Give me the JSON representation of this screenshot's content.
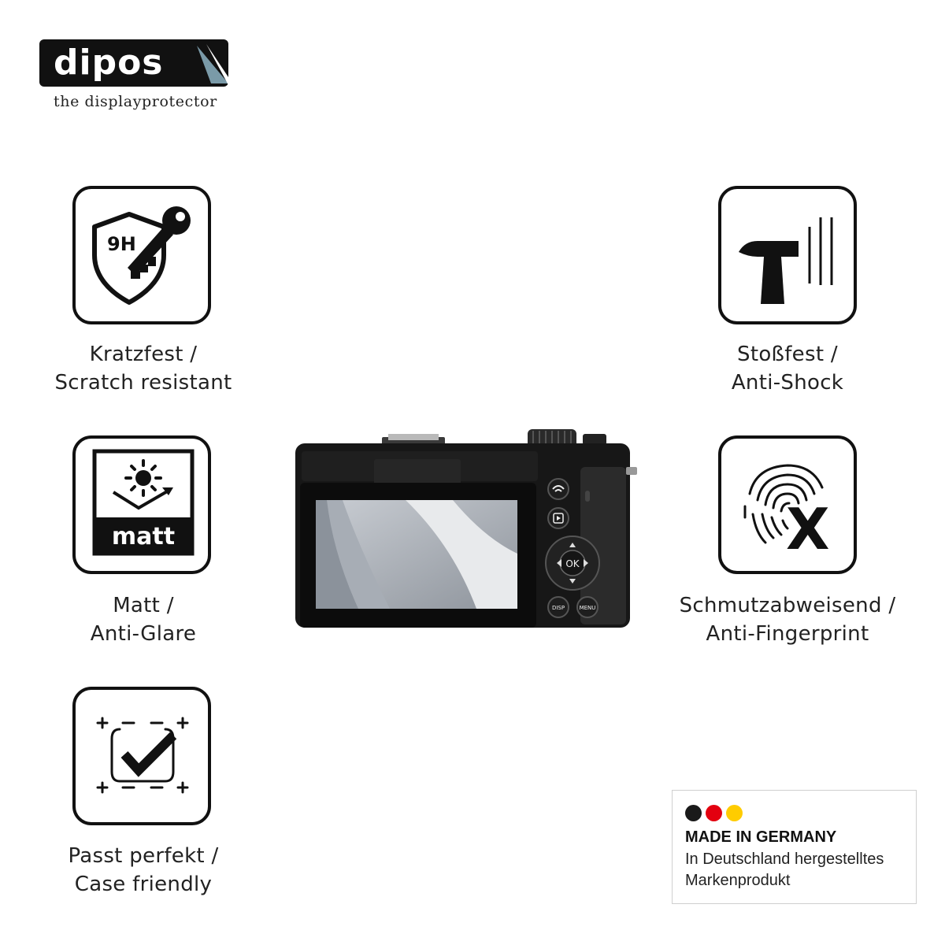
{
  "logo": {
    "brand": "dipos",
    "tagline": "the displayprotector"
  },
  "features": {
    "scratch": {
      "icon": "shield-9h-key-icon",
      "badge_text": "9H",
      "line1": "Kratzfest /",
      "line2": "Scratch resistant"
    },
    "matt": {
      "icon": "anti-glare-matt-icon",
      "badge_text": "matt",
      "line1": "Matt /",
      "line2": "Anti-Glare"
    },
    "fit": {
      "icon": "checkmark-frame-icon",
      "line1": "Passt perfekt /",
      "line2": "Case friendly"
    },
    "shock": {
      "icon": "hammer-icon",
      "line1": "Stoßfest /",
      "line2": "Anti-Shock"
    },
    "fingerprint": {
      "icon": "fingerprint-x-icon",
      "line1": "Schmutzabweisend /",
      "line2": "Anti-Fingerprint"
    }
  },
  "camera": {
    "icon": "camera-back-icon",
    "ok_label": "OK",
    "disp_label": "DISP",
    "menu_label": "MENU"
  },
  "badge": {
    "title": "MADE IN GERMANY",
    "line1": "In Deutschland hergestelltes",
    "line2": "Markenprodukt",
    "colors": [
      "#1a1a1a",
      "#e3000f",
      "#ffcc00"
    ]
  }
}
